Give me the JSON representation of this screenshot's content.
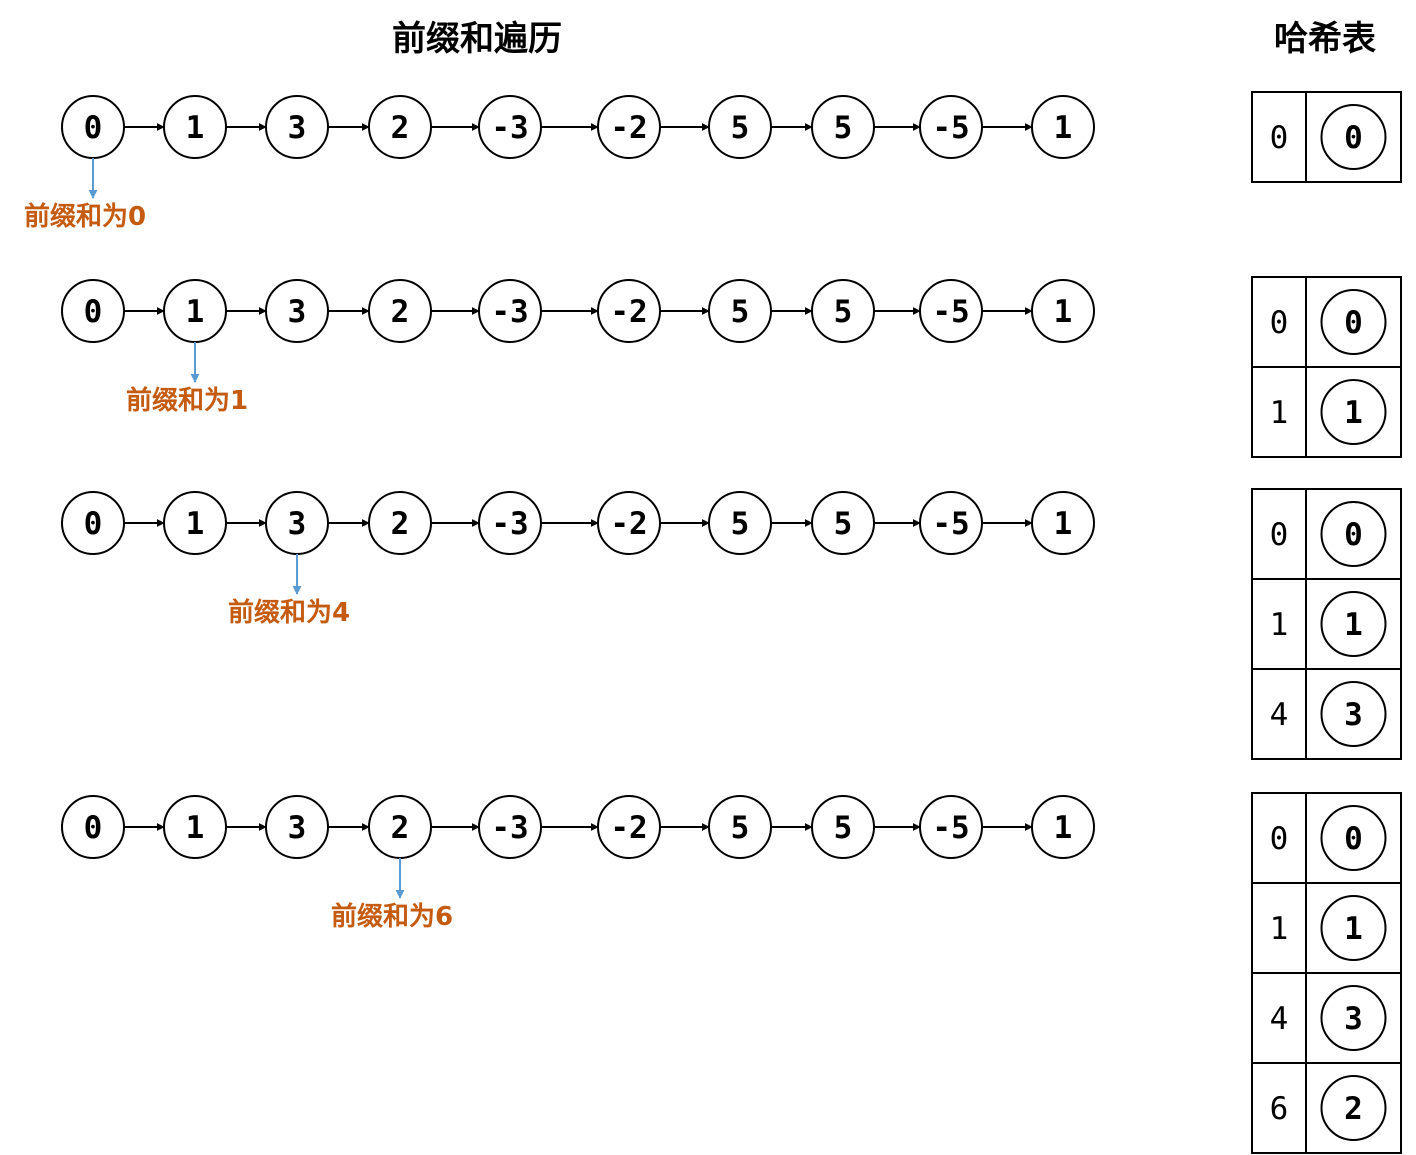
{
  "titles": {
    "traversal": "前缀和遍历",
    "hash": "哈希表"
  },
  "nodes": [
    "0",
    "1",
    "3",
    "2",
    "-3",
    "-2",
    "5",
    "5",
    "-5",
    "1"
  ],
  "rows": [
    {
      "pointer_index": 0,
      "label": "前缀和为0"
    },
    {
      "pointer_index": 1,
      "label": "前缀和为1"
    },
    {
      "pointer_index": 2,
      "label": "前缀和为4"
    },
    {
      "pointer_index": 3,
      "label": "前缀和为6"
    }
  ],
  "hash_tables": [
    [
      {
        "key": "0",
        "value": "0"
      }
    ],
    [
      {
        "key": "0",
        "value": "0"
      },
      {
        "key": "1",
        "value": "1"
      }
    ],
    [
      {
        "key": "0",
        "value": "0"
      },
      {
        "key": "1",
        "value": "1"
      },
      {
        "key": "4",
        "value": "3"
      }
    ],
    [
      {
        "key": "0",
        "value": "0"
      },
      {
        "key": "1",
        "value": "1"
      },
      {
        "key": "4",
        "value": "3"
      },
      {
        "key": "6",
        "value": "2"
      }
    ]
  ],
  "colors": {
    "pointer": "#5b9bd5",
    "label": "#c55a11",
    "stroke": "#000000"
  }
}
